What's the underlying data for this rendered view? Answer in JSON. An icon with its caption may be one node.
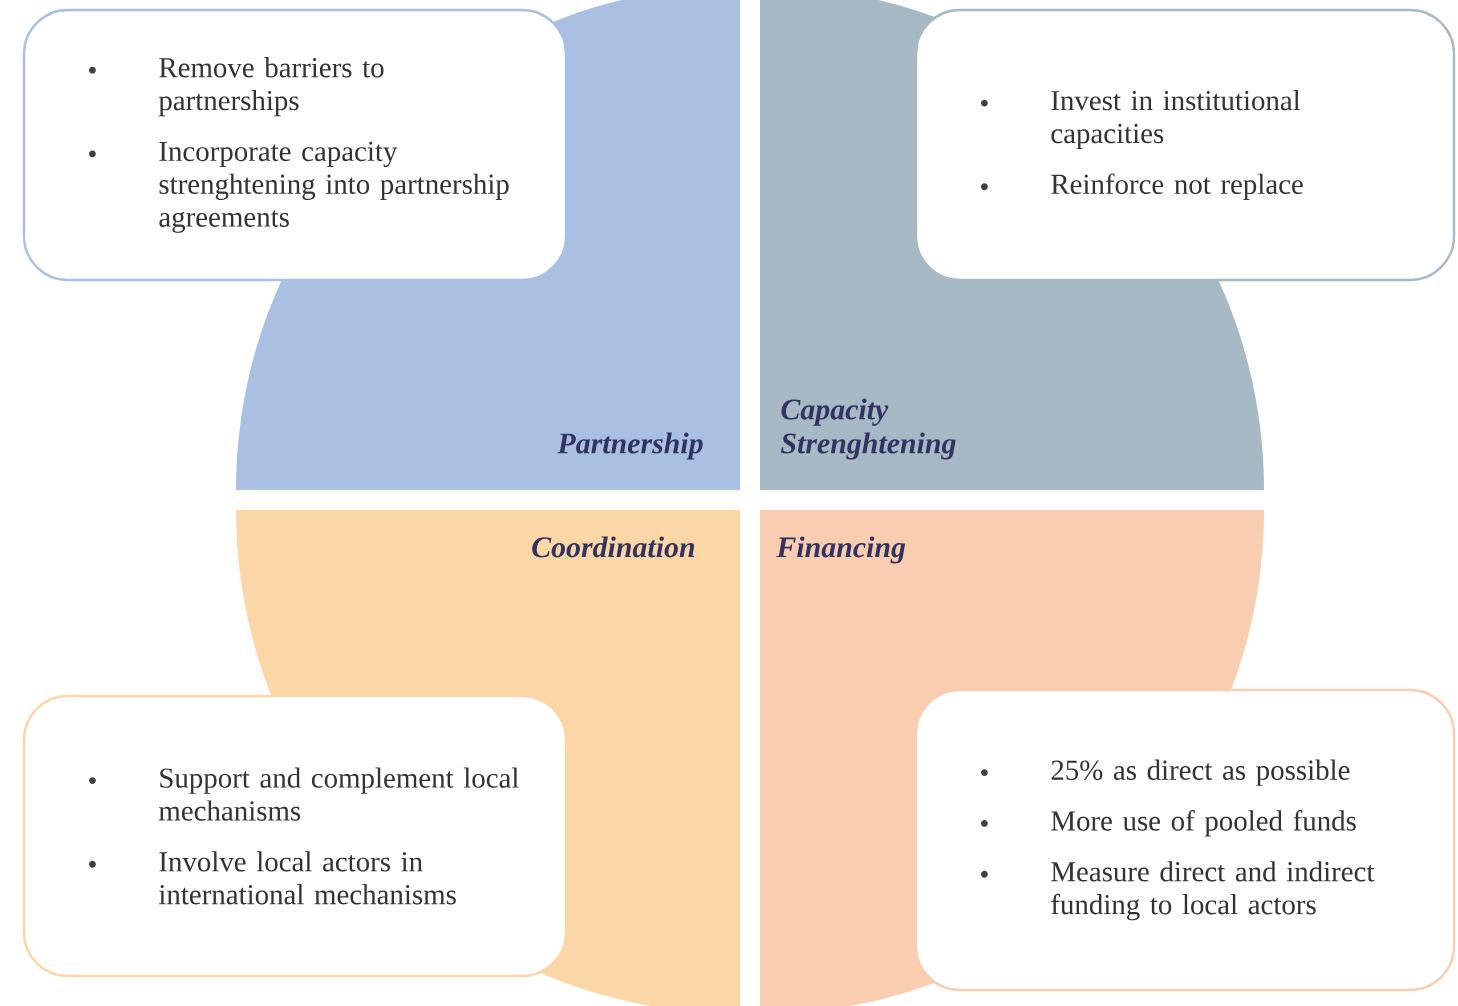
{
  "diagram": {
    "nodes": [
      {
        "text": [
          "Partnership"
        ]
      },
      {
        "text": [
          "Capacity Strenghtening"
        ]
      },
      {
        "text": [
          "Coordination"
        ]
      },
      {
        "text": [
          "Financing"
        ]
      },
      {
        "text": [
          "Remove barriers to partnerships",
          "Incorporate capacity strenghtening into partnership agreements"
        ]
      },
      {
        "text": [
          "Invest in institutional capacities",
          "Reinforce not replace"
        ]
      },
      {
        "text": [
          "Support and complement local mechanisms",
          "Involve local actors in international mechanisms"
        ]
      },
      {
        "text": [
          "25% as direct as possible",
          "More use of pooled funds",
          "Measure direct and indirect funding to local actors"
        ]
      }
    ]
  }
}
